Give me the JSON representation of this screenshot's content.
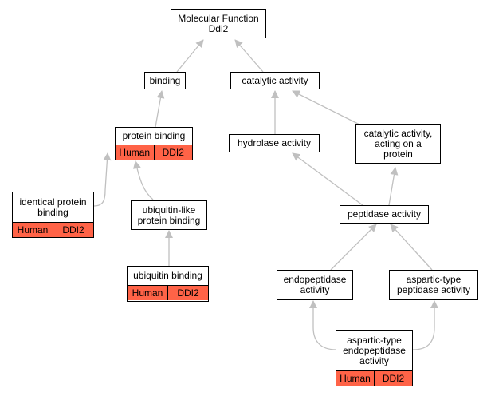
{
  "colors": {
    "edge": "#c0c0c0",
    "annotation": "#ff6347",
    "border": "#000000"
  },
  "nodes": {
    "molecular_function": {
      "label": "Molecular Function\nDdi2"
    },
    "binding": {
      "label": "binding"
    },
    "catalytic_activity": {
      "label": "catalytic activity"
    },
    "protein_binding": {
      "label": "protein binding",
      "species": "Human",
      "gene": "DDI2"
    },
    "hydrolase_activity": {
      "label": "hydrolase activity"
    },
    "catalytic_activity_protein": {
      "label": "catalytic activity,\nacting on a\nprotein"
    },
    "identical_protein_binding": {
      "label": "identical protein\nbinding",
      "species": "Human",
      "gene": "DDI2"
    },
    "ubiquitin_like_binding": {
      "label": "ubiquitin-like\nprotein binding"
    },
    "peptidase_activity": {
      "label": "peptidase activity"
    },
    "ubiquitin_binding": {
      "label": "ubiquitin binding",
      "species": "Human",
      "gene": "DDI2"
    },
    "endopeptidase_activity": {
      "label": "endopeptidase\nactivity"
    },
    "aspartic_peptidase": {
      "label": "aspartic-type\npeptidase activity"
    },
    "aspartic_endopeptidase": {
      "label": "aspartic-type\nendopeptidase\nactivity",
      "species": "Human",
      "gene": "DDI2"
    }
  }
}
